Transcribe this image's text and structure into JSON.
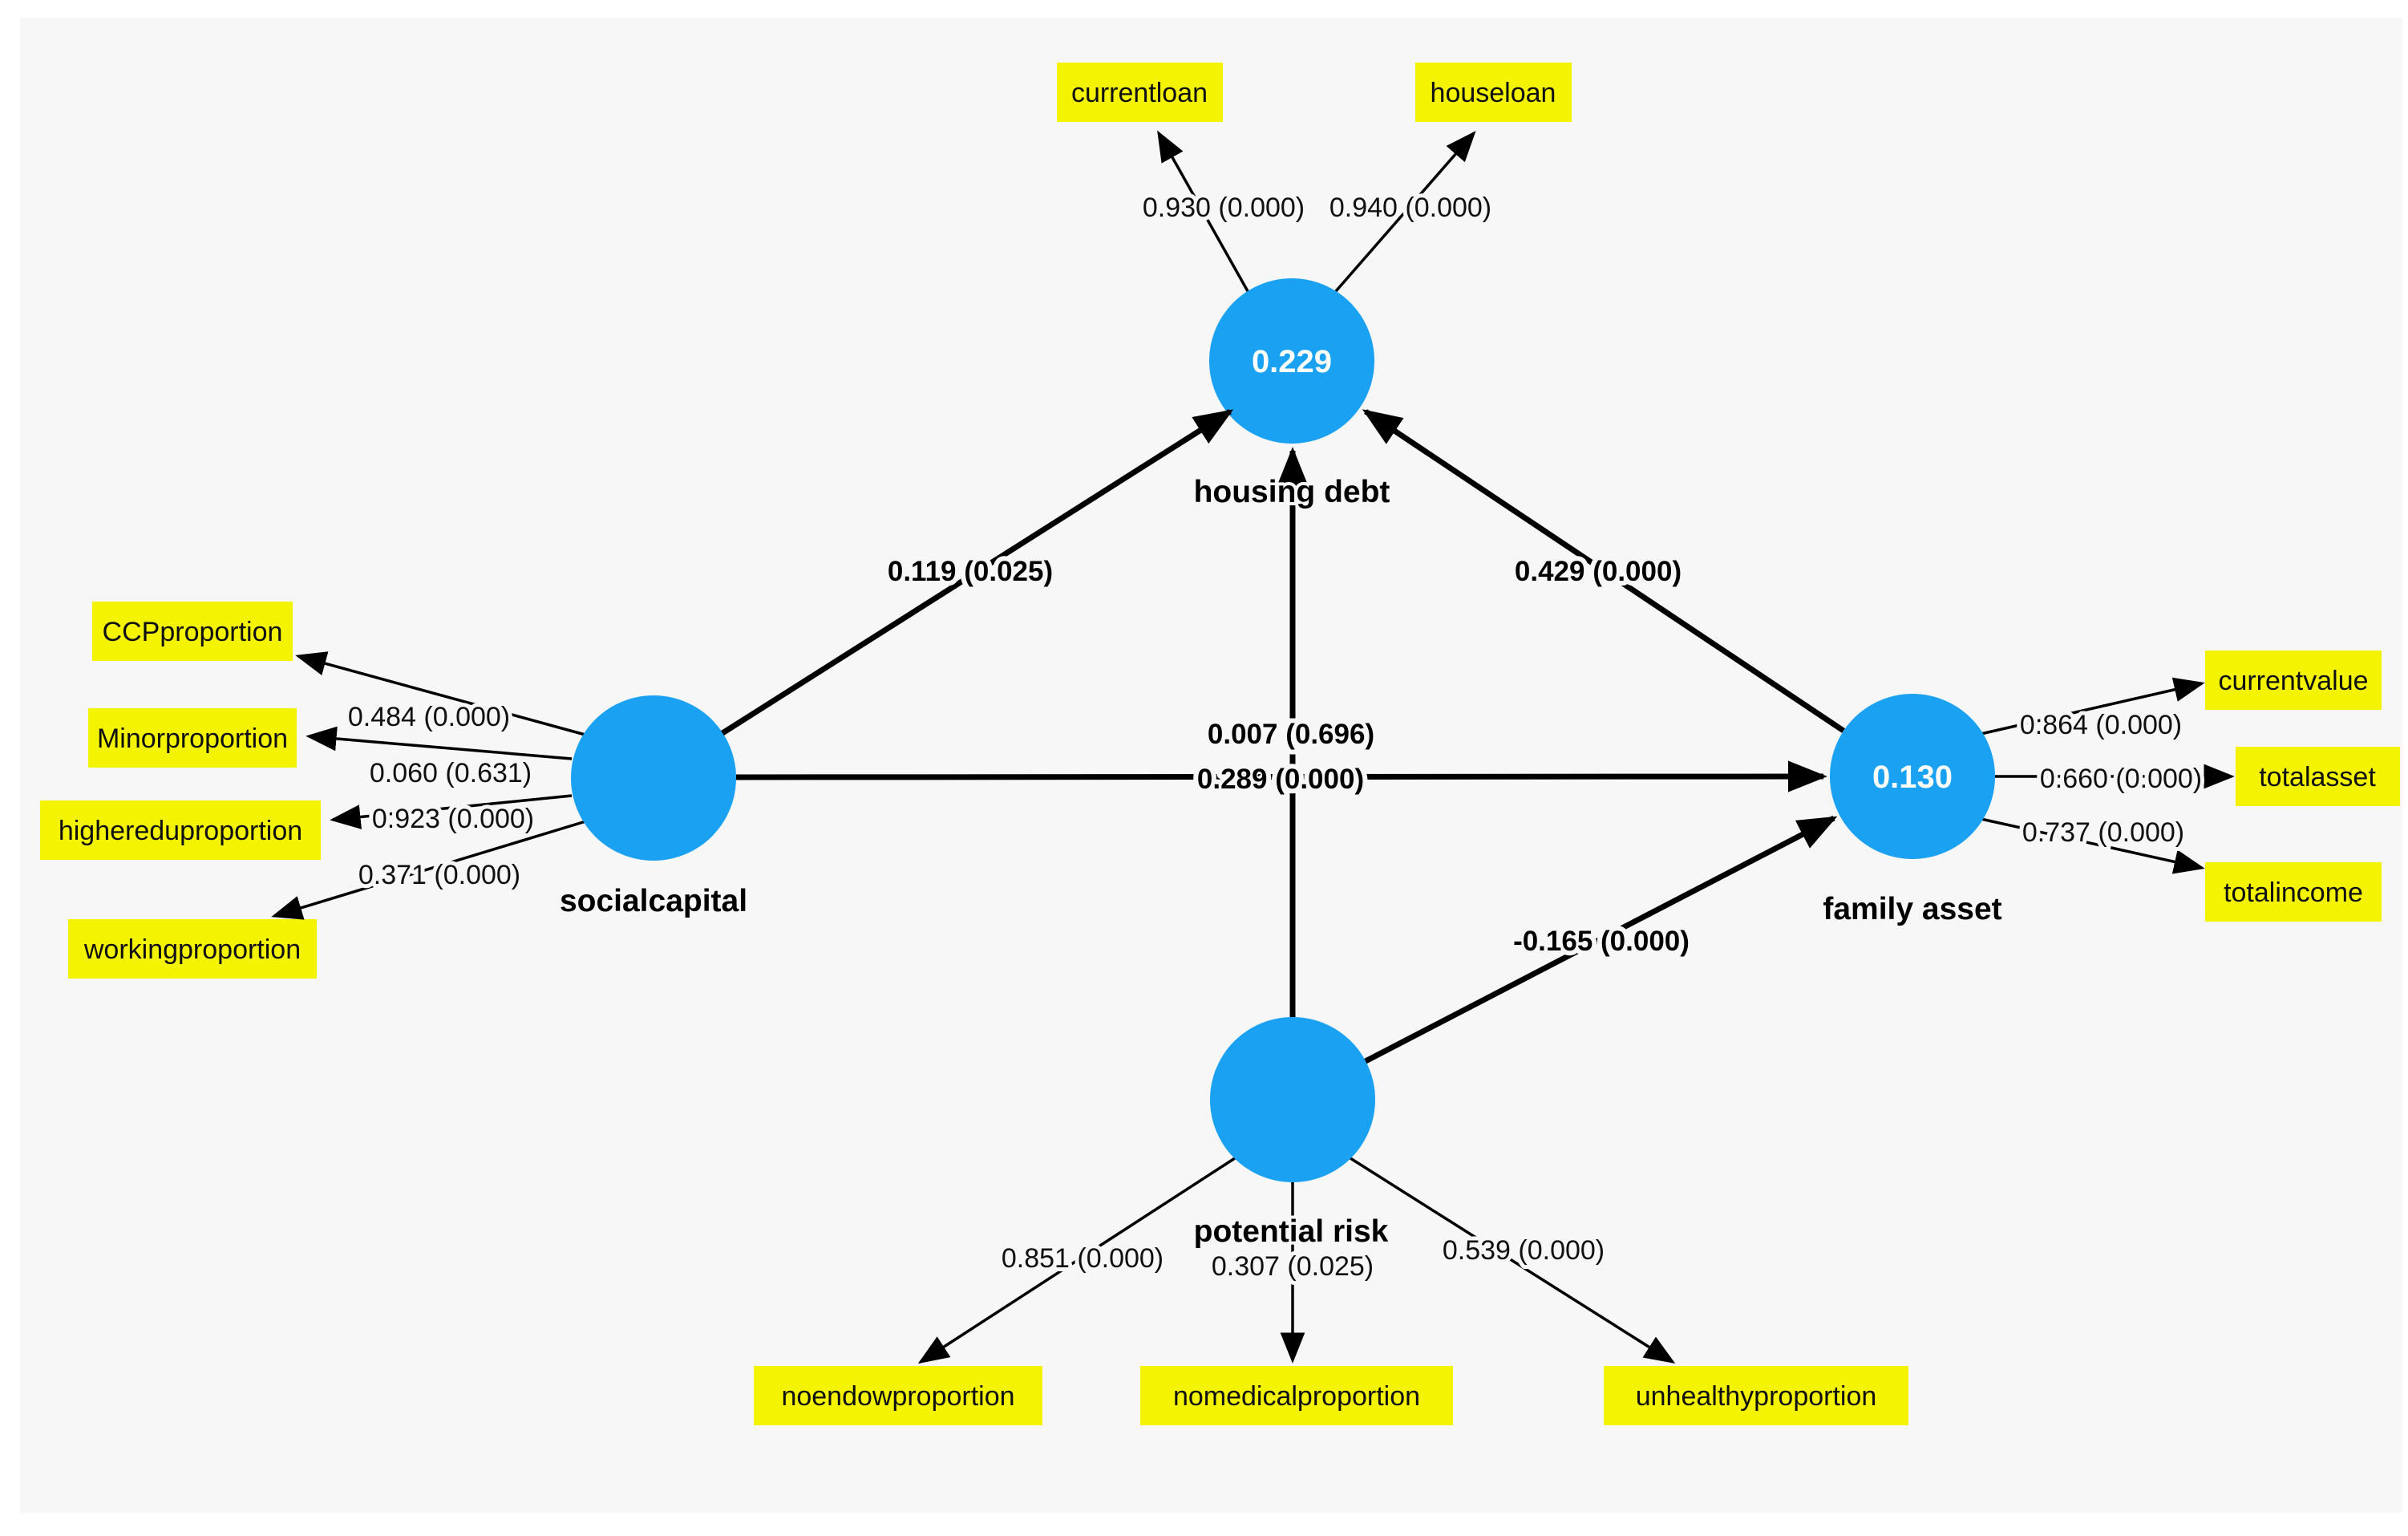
{
  "colors": {
    "node_fill": "#1aa1f2",
    "indicator_fill": "#f4f402",
    "panel_bg": "#f7f7f7",
    "panel_border": "#e8e8e8",
    "line": "#000000"
  },
  "nodes": {
    "housing_debt": {
      "label": "housing debt",
      "r_squared": "0.229"
    },
    "socialcapital": {
      "label": "socialcapital"
    },
    "family_asset": {
      "label": "family asset",
      "r_squared": "0.130"
    },
    "potential_risk": {
      "label": "potential risk"
    }
  },
  "indicators": {
    "currentloan": {
      "label": "currentloan",
      "loading": "0.930 (0.000)"
    },
    "houseloan": {
      "label": "houseloan",
      "loading": "0.940 (0.000)"
    },
    "ccp": {
      "label": "CCPproportion",
      "loading": "0.484 (0.000)"
    },
    "minor": {
      "label": "Minorproportion",
      "loading": "0.060 (0.631)"
    },
    "higheredu": {
      "label": "highereduproportion",
      "loading": "0.923 (0.000)"
    },
    "working": {
      "label": "workingproportion",
      "loading": "0.371 (0.000)"
    },
    "currentvalue": {
      "label": "currentvalue",
      "loading": "0.864 (0.000)"
    },
    "totalasset": {
      "label": "totalasset",
      "loading": "0.660 (0.000)"
    },
    "totalincome": {
      "label": "totalincome",
      "loading": "0.737 (0.000)"
    },
    "noendow": {
      "label": "noendowproportion",
      "loading": "0.851 (0.000)"
    },
    "nomedical": {
      "label": "nomedicalproportion",
      "loading": "0.307 (0.025)"
    },
    "unhealthy": {
      "label": "unhealthyproportion",
      "loading": "0.539 (0.000)"
    }
  },
  "paths": {
    "socialcapital_to_housing_debt": {
      "coefficient": "0.119 (0.025)"
    },
    "family_asset_to_housing_debt": {
      "coefficient": "0.429 (0.000)"
    },
    "potential_risk_to_housing_debt": {
      "coefficient": "0.007 (0.696)"
    },
    "socialcapital_to_family_asset": {
      "coefficient": "0.289 (0.000)"
    },
    "potential_risk_to_family_asset": {
      "coefficient": "-0.165 (0.000)"
    }
  }
}
